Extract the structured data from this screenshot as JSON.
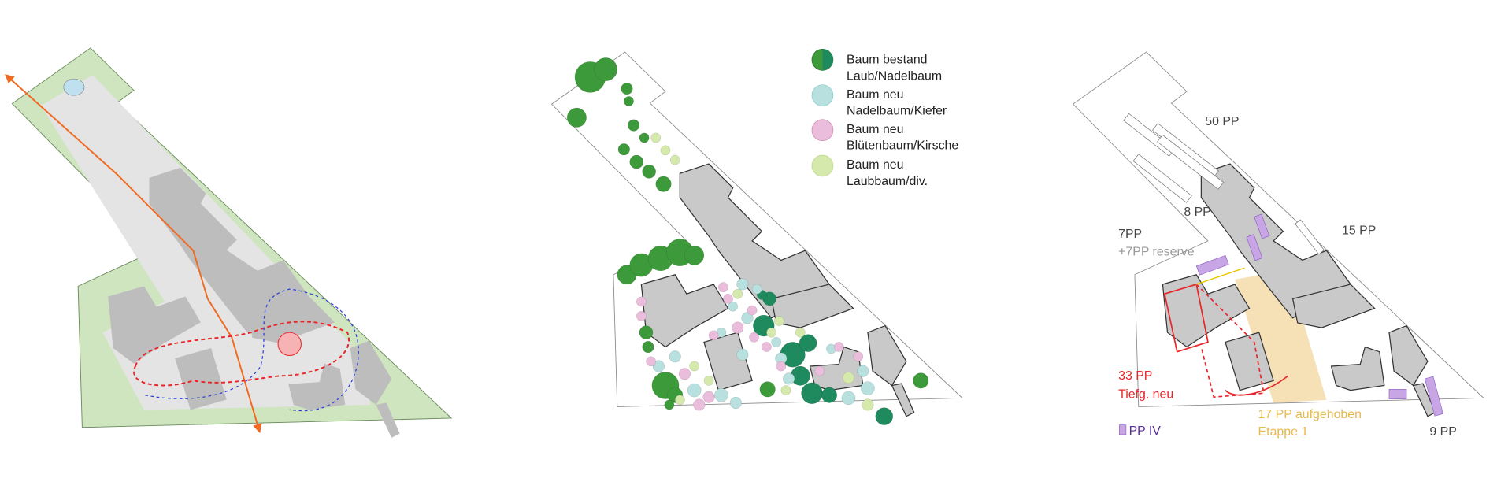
{
  "colors": {
    "green_area": "#cfe5c0",
    "path": "#e4e4e4",
    "building": "#c9c9c9",
    "orange": "#f06a22",
    "red": "#e8262a",
    "blue": "#2a3fd8",
    "tree_existing": "#3d9a3a",
    "tree_existing_alt": "#1e8a5e",
    "tree_conifer": "#b7e0df",
    "tree_blossom": "#ebbddc",
    "tree_deciduous": "#d6e9ad",
    "pp_iv": "#c8a6e6",
    "stage1": "#f3d9a2"
  },
  "legend": [
    {
      "line1": "Baum bestand",
      "line2": "Laub/Nadelbaum",
      "icon": "split-tree-circle-icon"
    },
    {
      "line1": "Baum neu",
      "line2": "Nadelbaum/Kiefer",
      "icon": "tree-circle-icon"
    },
    {
      "line1": "Baum neu",
      "line2": "Blütenbaum/Kirsche",
      "icon": "tree-circle-icon"
    },
    {
      "line1": "Baum neu",
      "line2": "Laubbaum/div.",
      "icon": "tree-circle-icon"
    }
  ],
  "parking": {
    "pp50": "50 PP",
    "pp8": "8 PP",
    "pp15": "15 PP",
    "pp7": "7PP",
    "pp7_reserve": "+7PP reserve",
    "pp33": "33 PP",
    "tiefg": "Tiefg. neu",
    "pp17": "17 PP aufgehoben",
    "etappe": "Etappe 1",
    "pp9": "9 PP",
    "pp_iv": "PP IV"
  }
}
